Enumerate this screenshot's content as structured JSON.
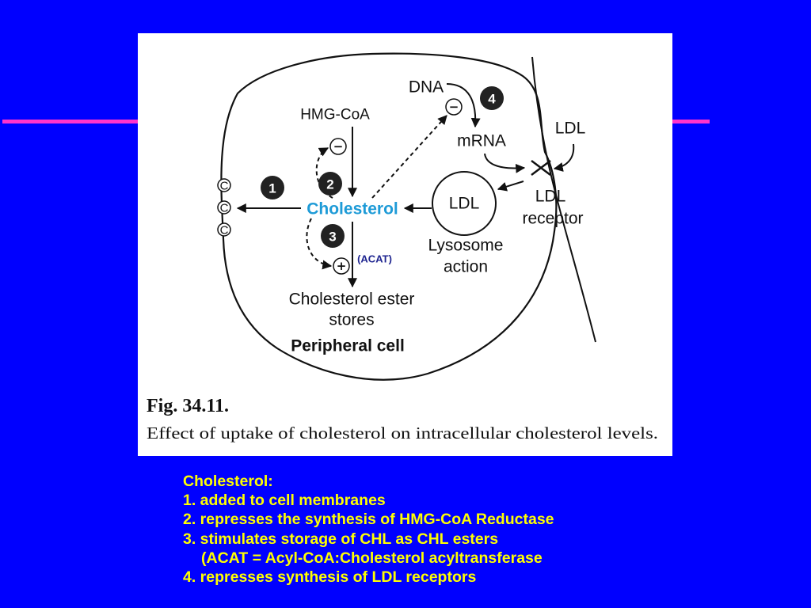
{
  "slide": {
    "background_color": "#0000ff",
    "accent_line_color": "#ff33cc",
    "notes_text_color": "#ffff00"
  },
  "figure": {
    "labels": {
      "dna": "DNA",
      "mrna": "mRNA",
      "ldl_extracellular": "LDL",
      "ldl_receptor": [
        "LDL",
        "receptor"
      ],
      "ldl_particle": "LDL",
      "lysosome": [
        "Lysosome",
        "action"
      ],
      "hmg_coa": "HMG-CoA",
      "cholesterol": "Cholesterol",
      "acat": "(ACAT)",
      "ester_stores": [
        "Cholesterol ester",
        "stores"
      ],
      "cell": "Peripheral cell",
      "membrane_cholesterol": [
        "C",
        "C",
        "C"
      ]
    },
    "steps": [
      "1",
      "2",
      "3",
      "4"
    ],
    "regulation_signs": {
      "inhibit": "−",
      "stimulate": "+"
    },
    "colors": {
      "cholesterol_label": "#1e9bd7",
      "acat_label": "#1f2590",
      "step_marker": "#222222"
    },
    "caption": {
      "number": "Fig. 34.11.",
      "text": "Effect of uptake of cholesterol on intracellular cholesterol levels."
    }
  },
  "notes": {
    "heading": "Cholesterol:",
    "items": [
      "1. added to cell membranes",
      "2. represses the synthesis of HMG-CoA Reductase",
      "3. stimulates storage of CHL as CHL esters",
      "(ACAT = Acyl-CoA:Cholesterol acyltransferase",
      "4. represses synthesis of LDL receptors"
    ]
  }
}
